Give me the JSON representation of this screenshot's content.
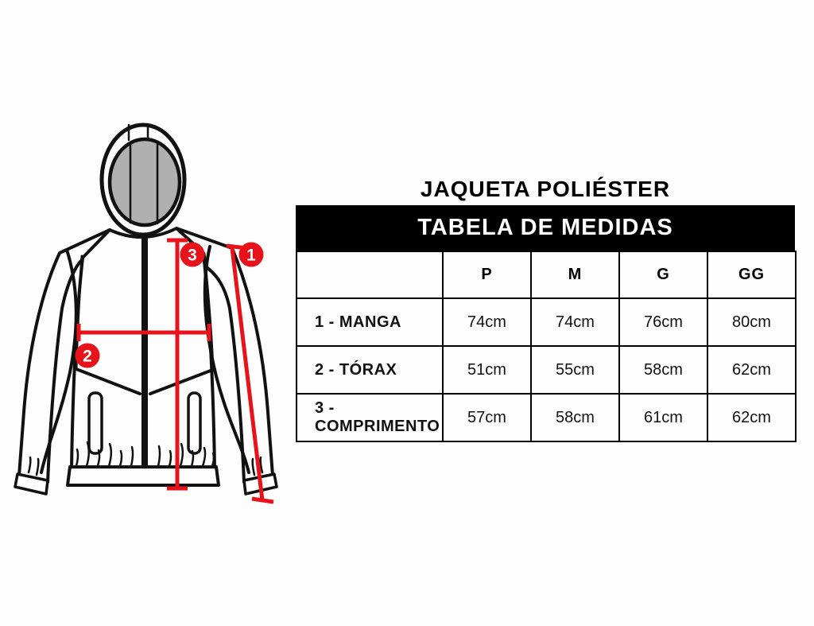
{
  "header": {
    "product_title": "JAQUETA POLIÉSTER"
  },
  "size_table": {
    "title": "TABELA DE MEDIDAS",
    "columns": [
      "P",
      "M",
      "G",
      "GG"
    ],
    "rows": [
      {
        "label": "1 - MANGA",
        "values": [
          "74cm",
          "74cm",
          "76cm",
          "80cm"
        ]
      },
      {
        "label": "2 - TÓRAX",
        "values": [
          "51cm",
          "55cm",
          "58cm",
          "62cm"
        ]
      },
      {
        "label": "3 - COMPRIMENTO",
        "values": [
          "57cm",
          "58cm",
          "61cm",
          "62cm"
        ]
      }
    ]
  },
  "diagram": {
    "markers": [
      {
        "label": "1"
      },
      {
        "label": "2"
      },
      {
        "label": "3"
      }
    ],
    "colors": {
      "measurement_red": "#e8121a",
      "outline_black": "#111111",
      "hood_lining_gray": "#b0b0b0"
    }
  }
}
